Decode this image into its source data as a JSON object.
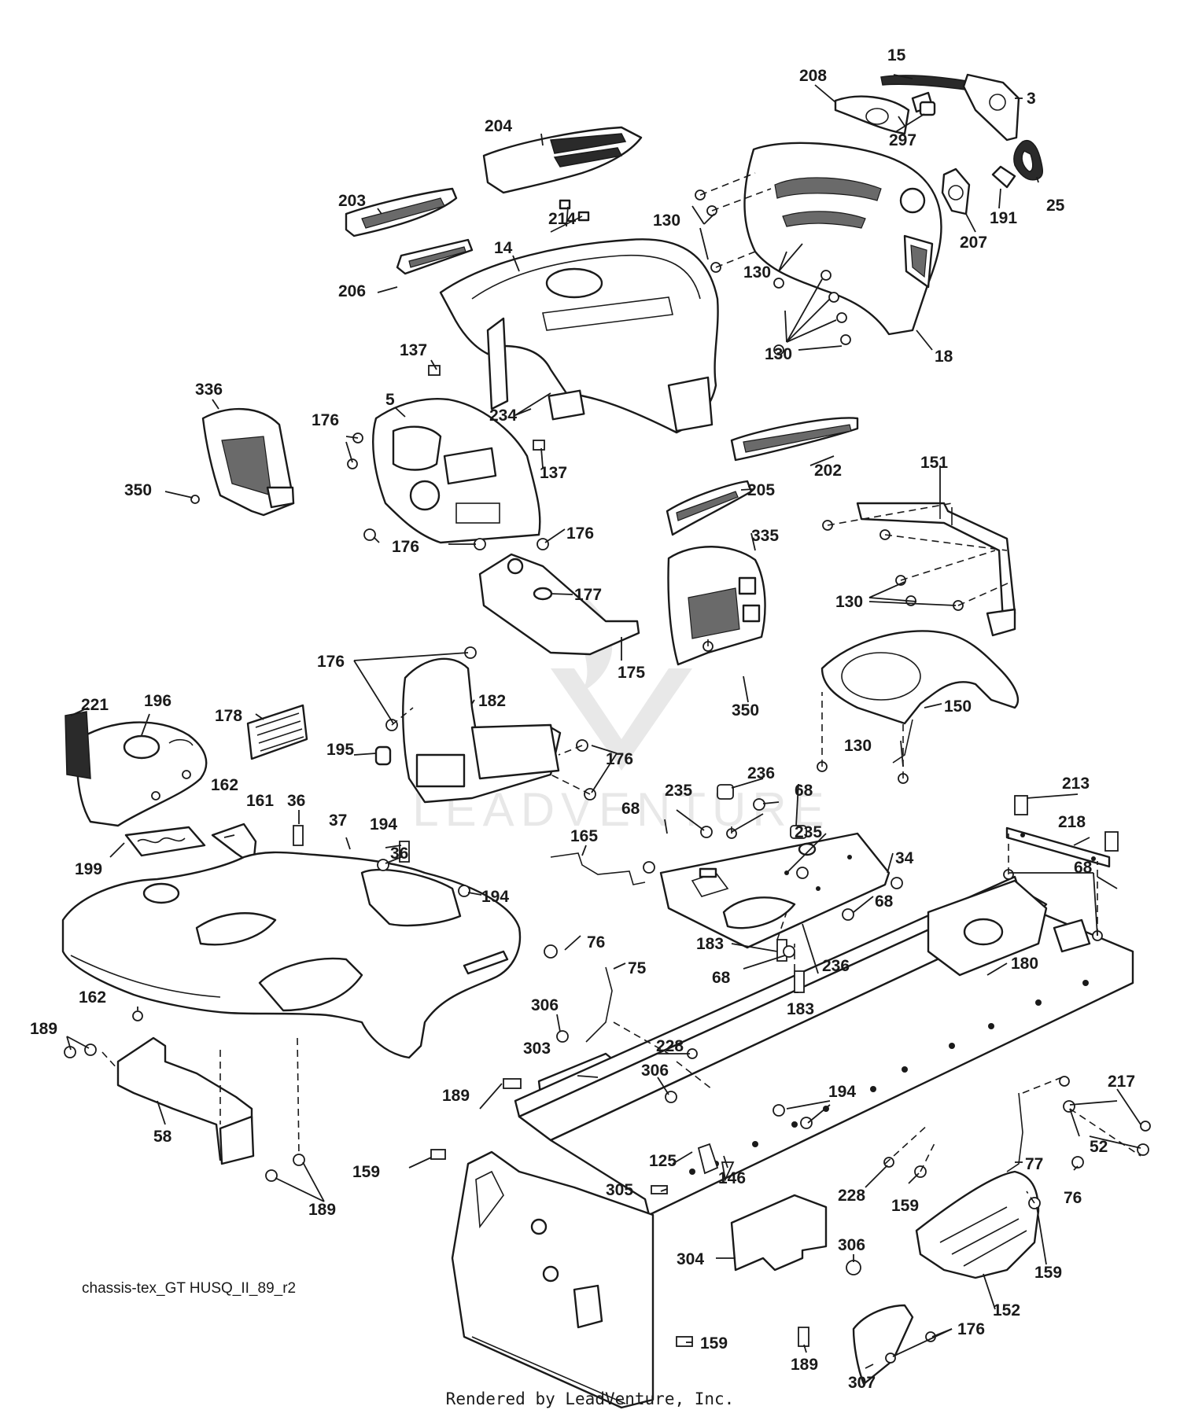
{
  "diagram": {
    "reference_code": "chassis-tex_GT HUSQ_II_89_r2",
    "render_credit": "Rendered by LeadVenture, Inc.",
    "watermark_text": "LEADVENTURE",
    "callouts": [
      "15",
      "208",
      "3",
      "204",
      "297",
      "25",
      "191",
      "207",
      "130",
      "130",
      "214",
      "203",
      "14",
      "206",
      "130",
      "18",
      "137",
      "336",
      "5",
      "234",
      "176",
      "137",
      "202",
      "350",
      "176",
      "176",
      "205",
      "151",
      "335",
      "177",
      "130",
      "175",
      "176",
      "182",
      "350",
      "150",
      "221",
      "196",
      "178",
      "195",
      "176",
      "130",
      "162",
      "236",
      "235",
      "68",
      "213",
      "218",
      "161",
      "36",
      "37",
      "194",
      "68",
      "36",
      "165",
      "235",
      "34",
      "199",
      "194",
      "68",
      "68",
      "76",
      "75",
      "183",
      "68",
      "236",
      "183",
      "180",
      "162",
      "306",
      "189",
      "228",
      "303",
      "306",
      "194",
      "189",
      "217",
      "58",
      "52",
      "146",
      "125",
      "159",
      "305",
      "77",
      "76",
      "228",
      "189",
      "159",
      "306",
      "159",
      "304",
      "152",
      "159",
      "189",
      "176",
      "307"
    ]
  }
}
